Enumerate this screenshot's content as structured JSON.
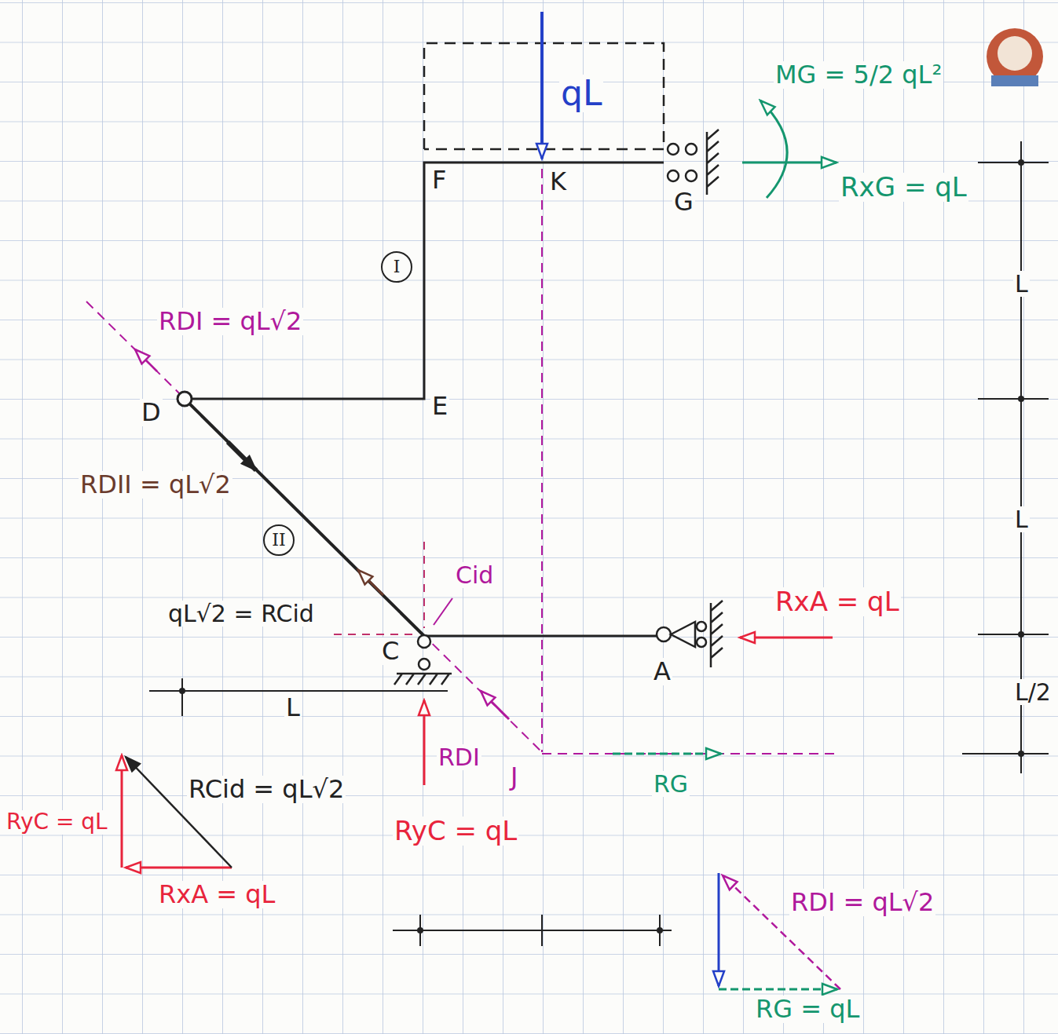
{
  "diagram": {
    "nodes": [
      {
        "text": [
          "I"
        ]
      },
      {
        "text": [
          "II"
        ]
      }
    ],
    "labels": [
      "qL",
      "F",
      "K",
      "G",
      "MG = 5/2 qL²",
      "RxG = qL",
      "RDI = qL√2",
      "D",
      "E",
      "RDII = qL√2",
      "qL√2 = RCid",
      "Cid",
      "C",
      "A",
      "RxA = qL",
      "L",
      "RDI",
      "J",
      "RG",
      "RyC = qL",
      "RyC = qL",
      "RCid = qL√2",
      "RxA = qL",
      "RDI = qL√2",
      "RG = qL",
      "L",
      "L",
      "L/2"
    ]
  }
}
